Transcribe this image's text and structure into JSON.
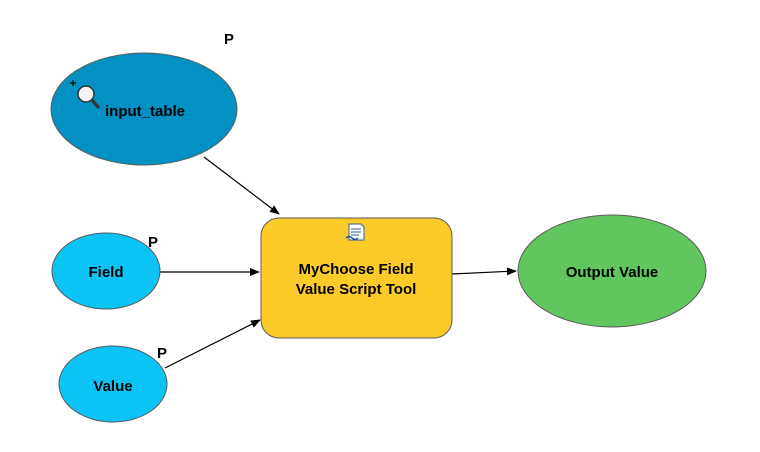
{
  "diagram": {
    "nodes": {
      "input_table": {
        "label": "input_table",
        "color": "#0291C2"
      },
      "field": {
        "label": "Field",
        "color": "#0CC3F6"
      },
      "value": {
        "label": "Value",
        "color": "#0CC3F6"
      },
      "tool": {
        "label_line1": "MyChoose Field",
        "label_line2": "Value Script Tool",
        "color": "#FCCB2A"
      },
      "output": {
        "label": "Output Value",
        "color": "#62C65E"
      }
    },
    "parameter_markers": {
      "input_table": "P",
      "field": "P",
      "value": "P"
    },
    "icons": {
      "input_table": "add-data-magnifier-icon",
      "tool": "script-tool-icon"
    }
  }
}
